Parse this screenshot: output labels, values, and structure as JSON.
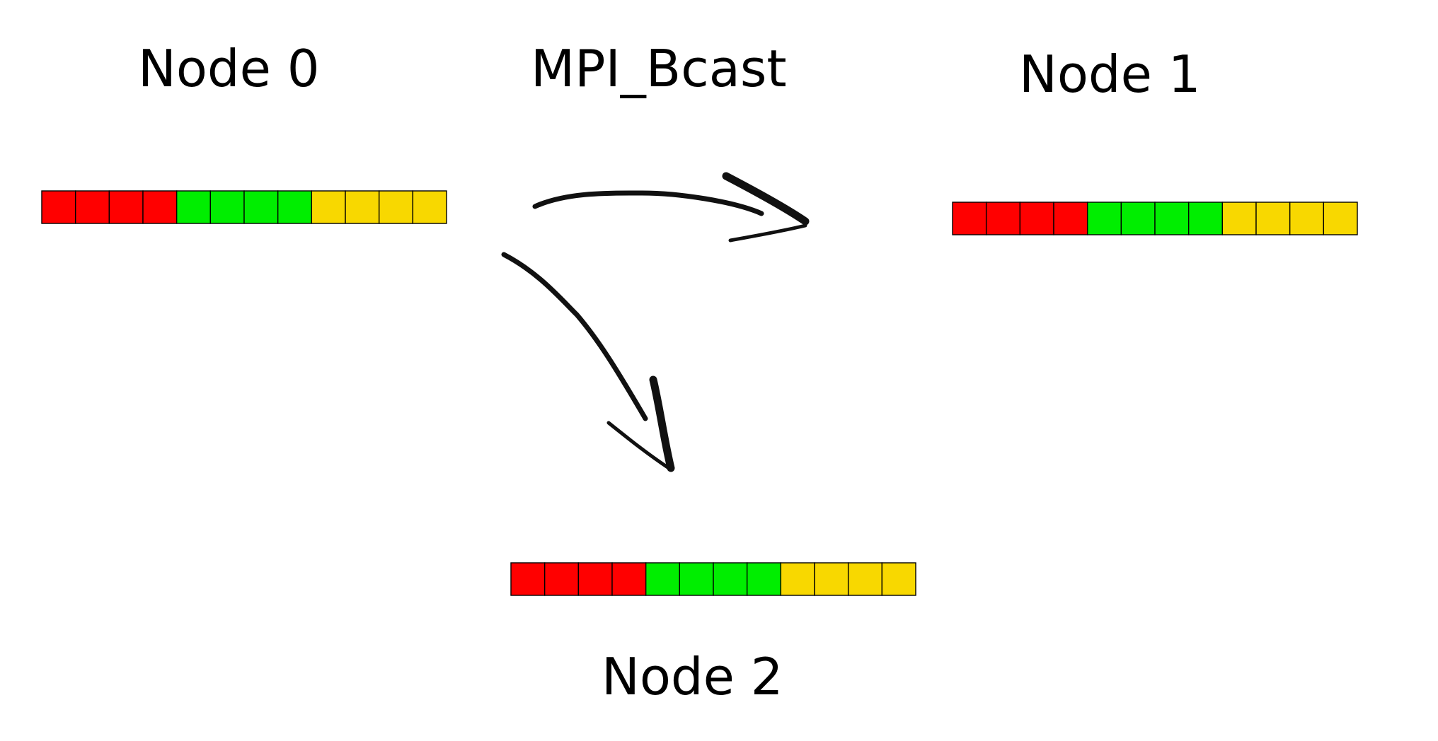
{
  "title": "MPI_Bcast",
  "colors": {
    "red": "#ff0000",
    "green": "#00ee00",
    "yellow": "#f8d800",
    "outline": "#000000",
    "arrow": "#111111"
  },
  "buffer_cells": [
    "red",
    "red",
    "red",
    "red",
    "green",
    "green",
    "green",
    "green",
    "yellow",
    "yellow",
    "yellow",
    "yellow"
  ],
  "nodes": [
    {
      "label": "Node 0",
      "role": "root"
    },
    {
      "label": "Node 1",
      "role": "receiver"
    },
    {
      "label": "Node 2",
      "role": "receiver"
    }
  ],
  "arrows": [
    {
      "from": "Node 0",
      "to": "Node 1"
    },
    {
      "from": "Node 0",
      "to": "Node 2"
    }
  ]
}
